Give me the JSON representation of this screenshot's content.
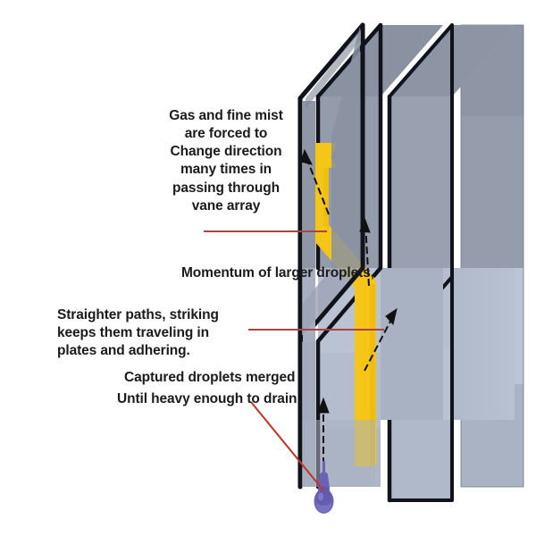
{
  "figure": {
    "subject": "vane-mist-eliminator",
    "background_color": "#ffffff"
  },
  "callouts": [
    {
      "id": "gas-and-fine-mist",
      "text": "Gas and fine mist\nare forced to\nChange direction\nmany times in\npassing through\nvane array",
      "leader_color": "#a94442"
    },
    {
      "id": "momentum-of-larger-droplets",
      "text": "Momentum of larger droplets,",
      "leader_color": "#a94442"
    },
    {
      "id": "straighter-paths",
      "text": "Straighter paths, striking\nkeeps them traveling in\nplates and adhering.",
      "leader_color": "#a94442"
    },
    {
      "id": "captured-droplets-merged",
      "text": "Captured droplets merged",
      "leader_color": "#c0392b"
    },
    {
      "id": "until-heavy-enough-to-drain",
      "text": "Until heavy enough to drain.",
      "leader_color": "#c0392b"
    }
  ],
  "colors": {
    "plate_dark": "#8d95a6",
    "plate_mid": "#9aa3b2",
    "plate_light": "#b4bed0",
    "plate_lighter": "#c2cada",
    "plate_edge": "#10131a",
    "gas_flow": "#f5c518",
    "gas_flow_shadow": "#e0ae00",
    "droplet": "#6b62b5",
    "droplet_dark": "#4e4796",
    "trajectory": "#111111",
    "leader_red": "#a94442",
    "leader_red_bright": "#c0392b"
  },
  "elements": {
    "gas_flow_arrow": "upward-yellow-arrow",
    "droplet_trajectory": "dashed-black-arrows",
    "drain_droplet": "purple-teardrop",
    "vane_plates_count": 4
  }
}
